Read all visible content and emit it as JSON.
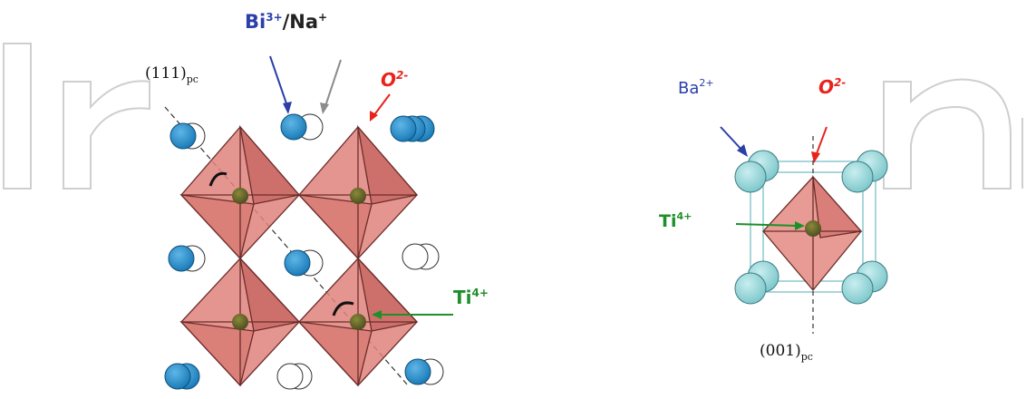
{
  "left_structure": {
    "cation_label_bi": "Bi",
    "cation_label_bi_charge": "3+",
    "cation_label_sep": "/",
    "cation_label_na": "Na",
    "cation_label_na_charge": "+",
    "oxygen_label": "O",
    "oxygen_label_charge": "2-",
    "titanium_label": "Ti",
    "titanium_label_charge": "4+",
    "plane_label": "(111)",
    "plane_label_sub": "pc"
  },
  "right_structure": {
    "barium_label": "Ba",
    "barium_label_charge": "2+",
    "oxygen_label": "O",
    "oxygen_label_charge": "2-",
    "titanium_label": "Ti",
    "titanium_label_charge": "4+",
    "plane_label": "(001)",
    "plane_label_sub": "pc"
  },
  "colors": {
    "bi_blue": "#2b3fa8",
    "oxygen_red": "#e8231c",
    "titanium_green": "#1f8f2a",
    "octahedron_fill": "#e0837d",
    "blue_atom": "#1f8ac7",
    "cyan_atom": "#8fd3d6",
    "watermark": "#c9c9c9"
  }
}
